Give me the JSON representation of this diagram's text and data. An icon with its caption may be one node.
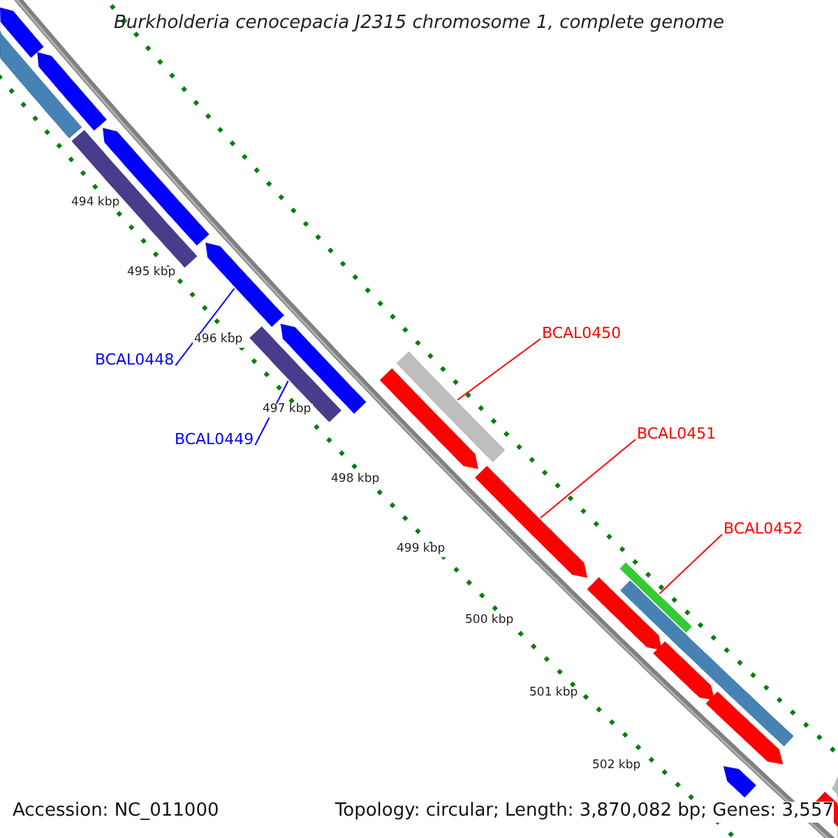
{
  "diagram": {
    "title": "Burkholderia cenocepacia J2315 chromosome 1, complete genome",
    "nodes": [
      {
        "text": [
          "BCAL0448"
        ]
      },
      {
        "text": [
          "BCAL0449"
        ]
      },
      {
        "text": [
          "BCAL0450"
        ]
      },
      {
        "text": [
          "BCAL0451"
        ]
      },
      {
        "text": [
          "BCAL0452"
        ]
      },
      {
        "text": [],
        "shape": "bar"
      },
      {
        "text": [],
        "shape": "arrow"
      },
      {
        "text": [],
        "shape": "arrow"
      },
      {
        "text": [],
        "shape": "arrow"
      },
      {
        "text": [],
        "shape": "bar"
      },
      {
        "text": [],
        "shape": "arrow"
      },
      {
        "text": [],
        "shape": "arrow"
      },
      {
        "text": [],
        "shape": "bar"
      },
      {
        "text": [],
        "shape": "bar"
      },
      {
        "text": [],
        "shape": "arrow"
      },
      {
        "text": [],
        "shape": "arrow"
      },
      {
        "text": [],
        "shape": "bar"
      },
      {
        "text": [],
        "shape": "arrow"
      },
      {
        "text": [],
        "shape": "bar"
      },
      {
        "text": [],
        "shape": "arrow"
      },
      {
        "text": [],
        "shape": "arrow"
      },
      {
        "text": [],
        "shape": "arrow"
      },
      {
        "text": [],
        "shape": "arrow"
      },
      {
        "text": [],
        "shape": "bar"
      }
    ],
    "edges": [
      {
        "from": 0,
        "to": 10,
        "arrow": "none",
        "color": "#0000ff"
      },
      {
        "from": 1,
        "to": 12,
        "arrow": "none",
        "color": "#0000ff"
      },
      {
        "from": 2,
        "to": 13,
        "arrow": "none"
      },
      {
        "from": 3,
        "to": 15,
        "arrow": "none"
      },
      {
        "from": 4,
        "to": 16,
        "arrow": "none"
      }
    ],
    "labels": [
      "494 kbp",
      "495 kbp",
      "496 kbp",
      "497 kbp",
      "498 kbp",
      "499 kbp",
      "500 kbp",
      "501 kbp",
      "502 kbp",
      "Accession: NC_011000",
      "Topology: circular; Length: 3,870,082 bp; Genes: 3,557"
    ]
  }
}
